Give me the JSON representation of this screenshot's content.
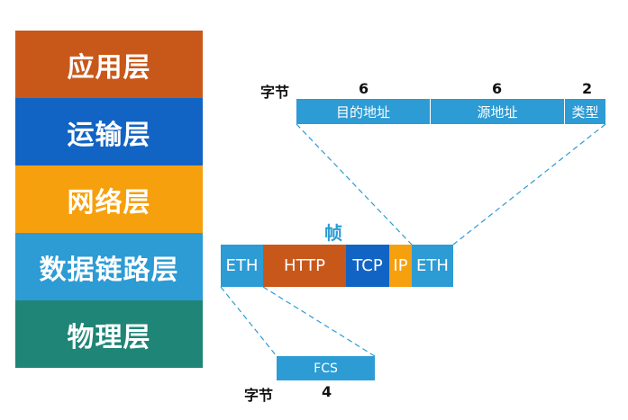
{
  "colors": {
    "application": "#c8581a",
    "transport": "#1264c4",
    "network": "#f6a00e",
    "datalink": "#2d9bd4",
    "physical": "#1f8576",
    "frame_title": "#2d9bd4",
    "dash": "#2d9bd4"
  },
  "layers": [
    {
      "label": "应用层"
    },
    {
      "label": "运输层"
    },
    {
      "label": "网络层"
    },
    {
      "label": "数据链路层"
    },
    {
      "label": "物理层"
    }
  ],
  "frame": {
    "title": "帧",
    "segments": [
      {
        "label": "ETH"
      },
      {
        "label": "HTTP"
      },
      {
        "label": "TCP"
      },
      {
        "label": "IP"
      },
      {
        "label": "ETH"
      }
    ]
  },
  "header_detail": {
    "bytes_label": "字节",
    "fields": [
      {
        "label": "目的地址",
        "bytes": "6"
      },
      {
        "label": "源地址",
        "bytes": "6"
      },
      {
        "label": "类型",
        "bytes": "2"
      }
    ]
  },
  "trailer_detail": {
    "bytes_label": "字节",
    "field": {
      "label": "FCS",
      "bytes": "4"
    }
  }
}
